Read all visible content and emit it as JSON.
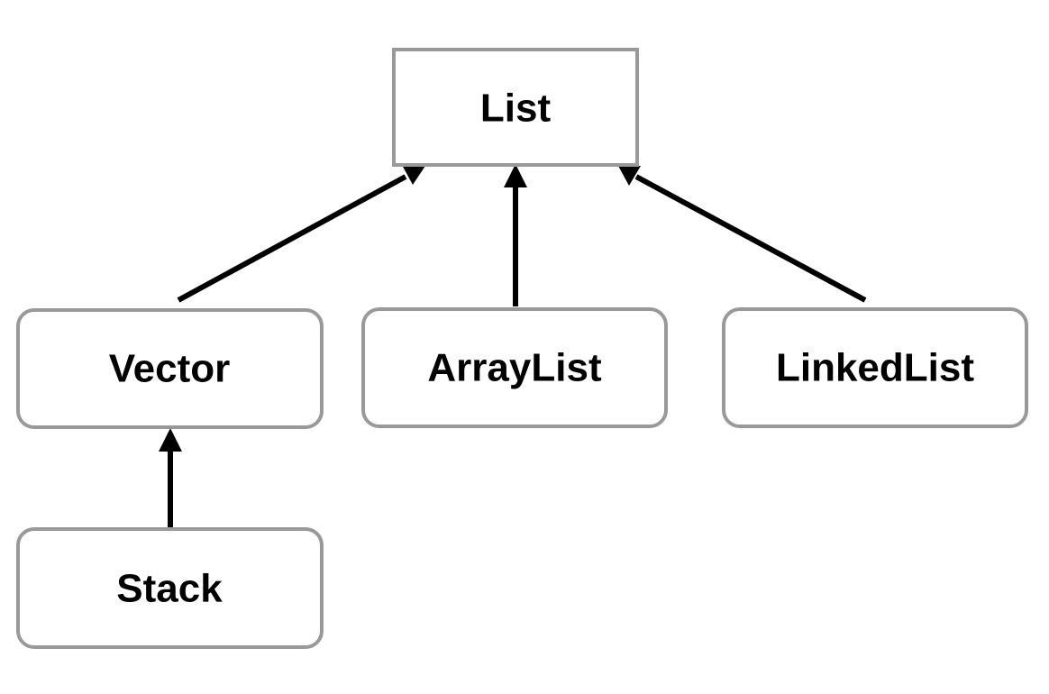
{
  "diagram": {
    "type": "class-hierarchy",
    "nodes": {
      "list": {
        "label": "List",
        "shape": "rect"
      },
      "vector": {
        "label": "Vector",
        "shape": "rounded-rect"
      },
      "arraylist": {
        "label": "ArrayList",
        "shape": "rounded-rect"
      },
      "linkedlist": {
        "label": "LinkedList",
        "shape": "rounded-rect"
      },
      "stack": {
        "label": "Stack",
        "shape": "rounded-rect"
      }
    },
    "edges": [
      {
        "from": "vector",
        "to": "list"
      },
      {
        "from": "arraylist",
        "to": "list"
      },
      {
        "from": "linkedlist",
        "to": "list"
      },
      {
        "from": "stack",
        "to": "vector"
      }
    ],
    "colors": {
      "node_border": "#999999",
      "node_fill": "#ffffff",
      "text": "#000000",
      "arrow": "#000000"
    }
  }
}
